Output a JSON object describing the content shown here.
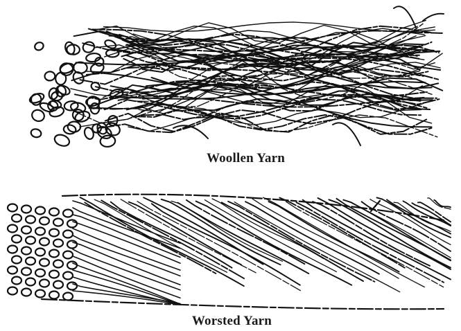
{
  "figures": [
    {
      "id": "woollen",
      "caption": "Woollen Yarn"
    },
    {
      "id": "worsted",
      "caption": "Worsted Yarn"
    }
  ],
  "colors": {
    "ink": "#111111",
    "paper": "#ffffff"
  }
}
